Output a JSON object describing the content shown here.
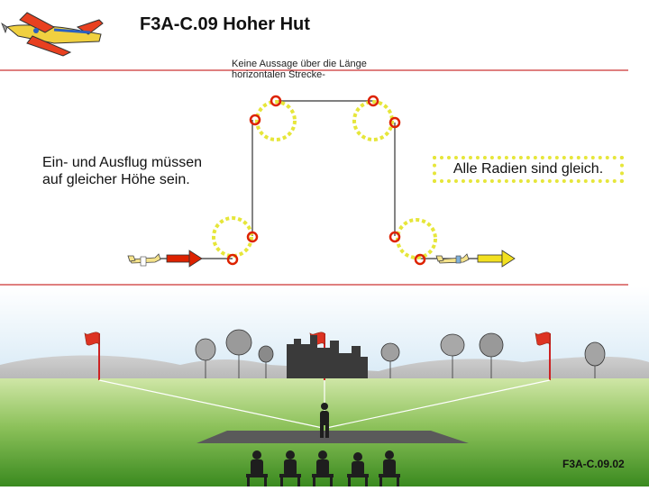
{
  "title": "F3A-C.09 Hoher Hut",
  "note_line1": "Keine Aussage über die Länge",
  "note_line2": "horizontalen Strecke-",
  "left_note_line1": "Ein- und Ausflug müssen",
  "left_note_line2": "auf gleicher Höhe sein.",
  "right_note": "Alle Radien sind gleich.",
  "footer": "F3A-C.09.02",
  "colors": {
    "red_line": "#cc3333",
    "loop_yellow": "#e6e63a",
    "marker_red": "#dd2200",
    "entry_arrow": "#dd2200",
    "exit_arrow": "#f2e020",
    "grass_light": "#c9e3a0",
    "grass_dark": "#3f8f22",
    "sky_horizon": "#dfeef8"
  }
}
